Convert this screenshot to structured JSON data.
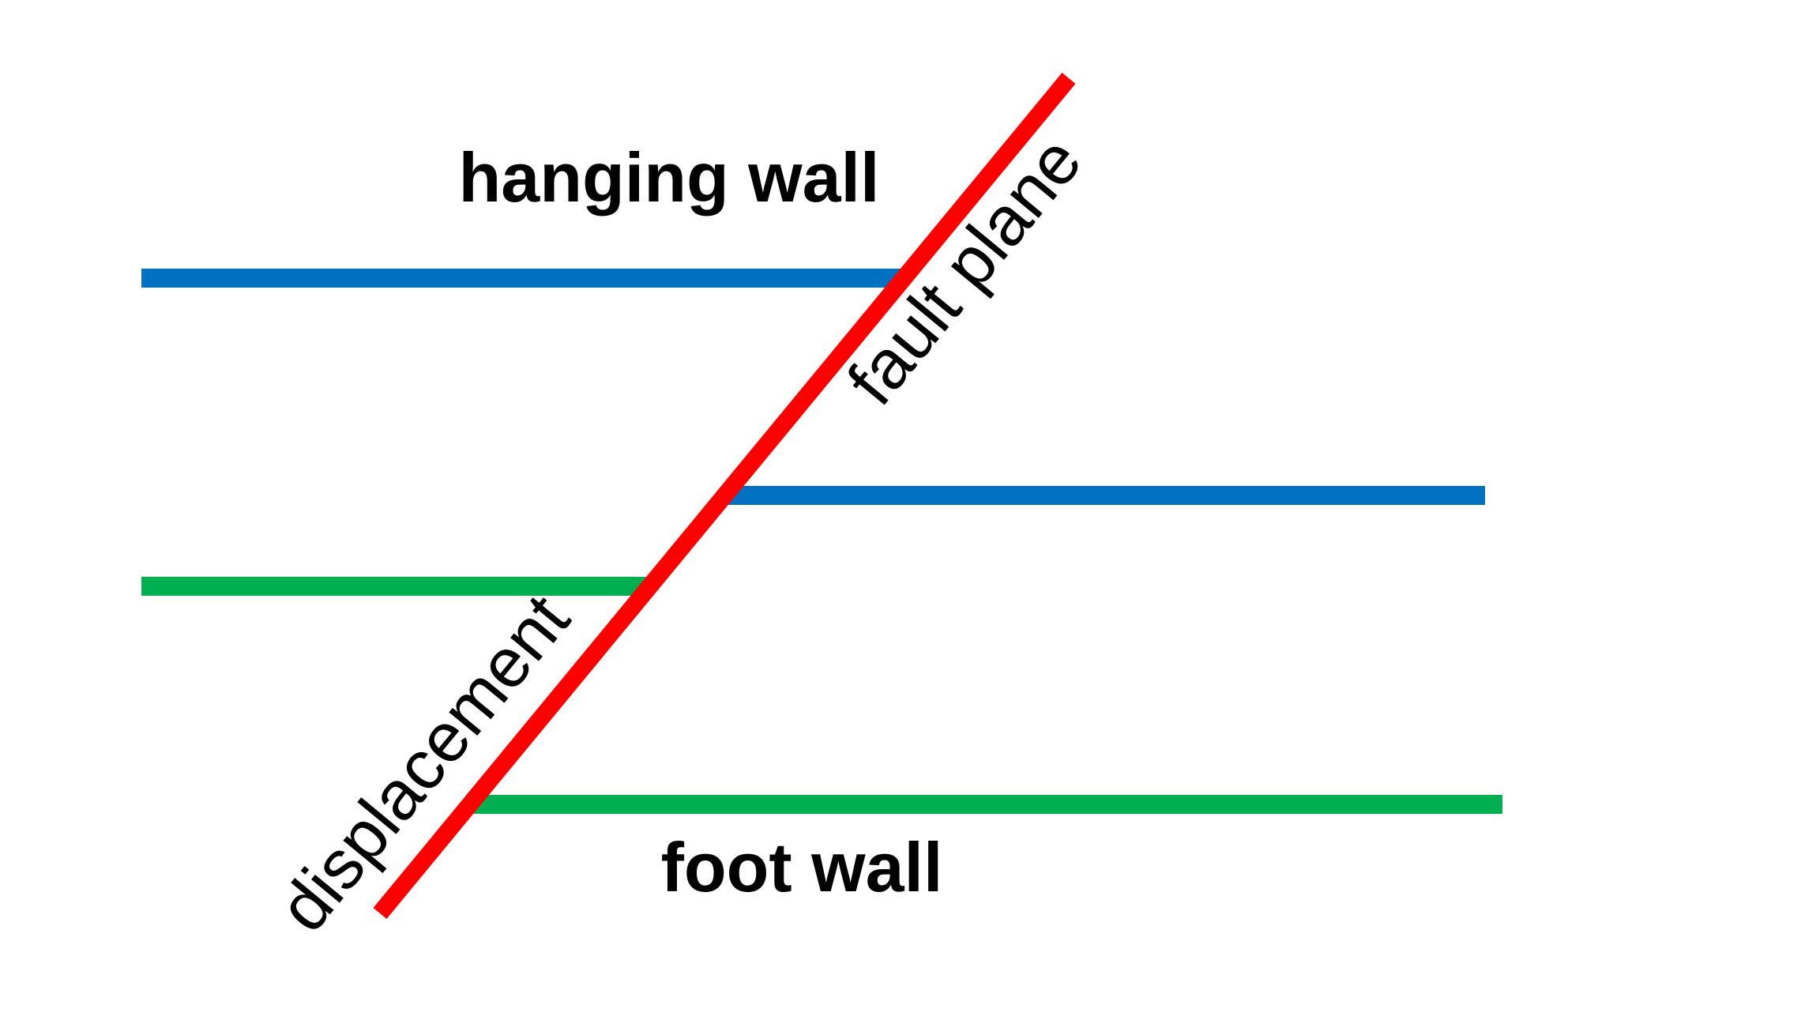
{
  "labels": {
    "hanging_wall": "hanging wall",
    "foot_wall": "foot wall",
    "fault_plane": "fault plane",
    "displacement": "displacement"
  },
  "colors": {
    "background": "#ffffff",
    "fault_line": "#ff0000",
    "upper_layer": "#0070c0",
    "lower_layer": "#00b050",
    "text": "#000000"
  }
}
